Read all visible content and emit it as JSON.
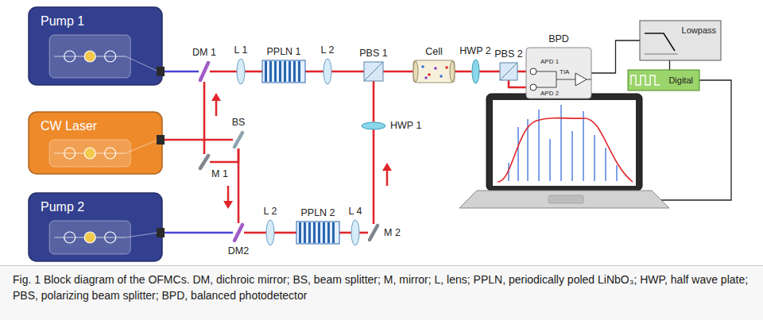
{
  "diagram": {
    "caption": "Fig. 1 Block diagram of the OFMCs. DM, dichroic mirror; BS, beam splitter; M, mirror; L, lens; PPLN, periodically poled LiNbO₃; HWP, half wave plate; PBS, polarizing beam splitter; BPD, balanced photodetector",
    "nodes": [
      {
        "text": [
          "Pump 1"
        ]
      },
      {
        "text": [
          "DM 1"
        ]
      },
      {
        "text": [
          "L 1"
        ]
      },
      {
        "text": [
          "PPLN 1"
        ]
      },
      {
        "text": [
          "L 2"
        ]
      },
      {
        "text": [
          "PBS 1"
        ]
      },
      {
        "text": [
          "Cell"
        ]
      },
      {
        "text": [
          "HWP 2"
        ]
      },
      {
        "text": [
          "PBS 2"
        ]
      },
      {
        "text": [
          "BPD",
          "APD 1",
          "APD 2",
          "TIA"
        ]
      },
      {
        "text": [
          "Lowpass"
        ]
      },
      {
        "text": [
          "Digital"
        ]
      },
      {
        "text": [
          "CW Laser"
        ]
      },
      {
        "text": [
          "BS"
        ]
      },
      {
        "text": [
          "M 1"
        ]
      },
      {
        "text": [
          "HWP 1"
        ]
      },
      {
        "text": [
          "Pump 2"
        ]
      },
      {
        "text": [
          "DM2"
        ]
      },
      {
        "text": [
          "L 2"
        ]
      },
      {
        "text": [
          "PPLN 2"
        ]
      },
      {
        "text": [
          "L 4"
        ]
      },
      {
        "text": [
          "M 2"
        ]
      }
    ],
    "edges": [
      {
        "from": 0,
        "to": 1,
        "arrow": "none"
      },
      {
        "from": 1,
        "to": 2,
        "arrow": "none"
      },
      {
        "from": 2,
        "to": 3,
        "arrow": "none"
      },
      {
        "from": 3,
        "to": 4,
        "arrow": "none"
      },
      {
        "from": 4,
        "to": 5,
        "arrow": "none"
      },
      {
        "from": 5,
        "to": 6,
        "arrow": "none"
      },
      {
        "from": 6,
        "to": 7,
        "arrow": "none"
      },
      {
        "from": 7,
        "to": 8,
        "arrow": "none"
      },
      {
        "from": 8,
        "to": 9,
        "arrow": "none"
      },
      {
        "from": 8,
        "to": 9,
        "arrow": "none"
      },
      {
        "from": 9,
        "to": 10,
        "arrow": "none"
      },
      {
        "from": 10,
        "to": 11,
        "arrow": "none"
      },
      {
        "from": 12,
        "to": 13,
        "arrow": "none"
      },
      {
        "from": 13,
        "to": 14,
        "arrow": "none"
      },
      {
        "from": 14,
        "to": 1,
        "arrow": "none"
      },
      {
        "from": 13,
        "to": 17,
        "arrow": "none"
      },
      {
        "from": 16,
        "to": 17,
        "arrow": "none"
      },
      {
        "from": 17,
        "to": 18,
        "arrow": "none"
      },
      {
        "from": 18,
        "to": 19,
        "arrow": "none"
      },
      {
        "from": 19,
        "to": 20,
        "arrow": "none"
      },
      {
        "from": 20,
        "to": 21,
        "arrow": "none"
      },
      {
        "from": 21,
        "to": 15,
        "arrow": "none"
      },
      {
        "from": 15,
        "to": 5,
        "arrow": "none"
      }
    ]
  }
}
